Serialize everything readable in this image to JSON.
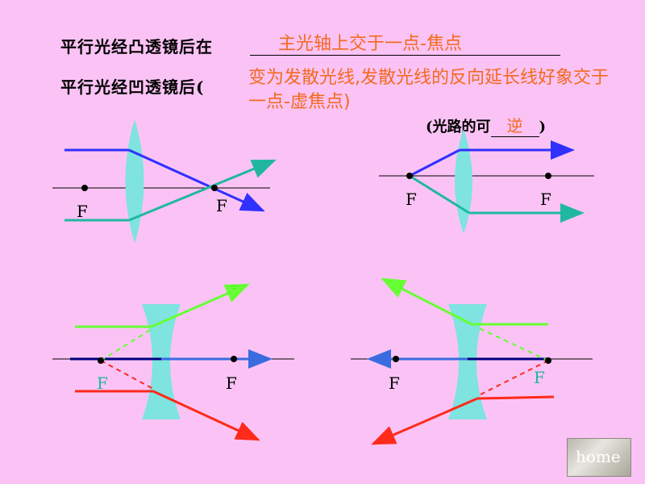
{
  "questions": {
    "q1": "平行光经凸透镜后在",
    "a1": "主光轴上交于一点-焦点",
    "q2": "平行光经凹透镜后(",
    "a2": "变为发散光线,发散光线的反向延长线好象交于一点-虚焦点)",
    "reverse_prefix": "(光路的可",
    "reverse_answer": "逆",
    "reverse_suffix": ")"
  },
  "labels": {
    "f": "F"
  },
  "colors": {
    "background": "#fbc3f5",
    "answer": "#f36a1e",
    "lens": "#7fe3e0",
    "blue_ray": "#3030ff",
    "teal_ray": "#20b7a0",
    "green_ray": "#66ff33",
    "red_ray": "#ff2a1a",
    "axis": "#000000"
  },
  "home_button": {
    "label": "home"
  }
}
